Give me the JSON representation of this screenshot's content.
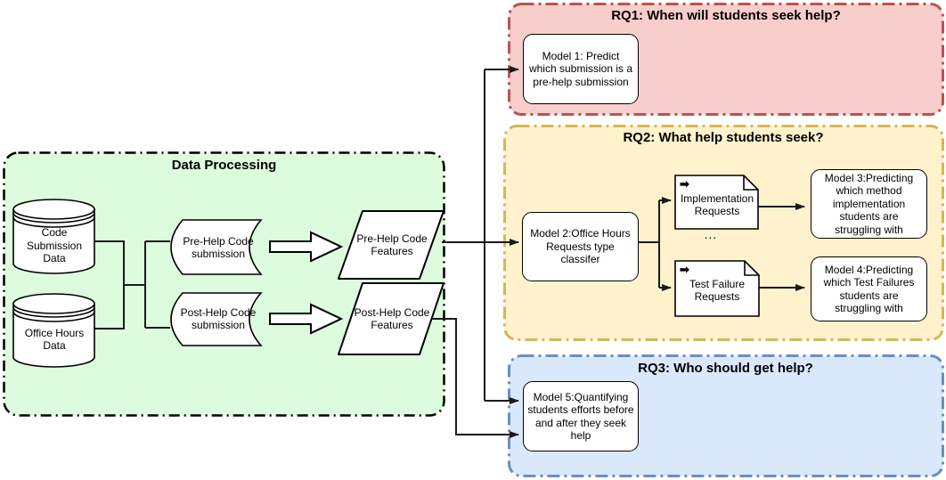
{
  "diagram": {
    "line_color": "#1a1a1a",
    "shape_fill": "#ffffff",
    "regions": {
      "data_processing": {
        "title": "Data Processing",
        "fill": "#ddfbdd",
        "border": "#000000"
      },
      "rq1": {
        "title": "RQ1: When will students seek help?",
        "fill": "#f8cecc",
        "border": "#b85450"
      },
      "rq2": {
        "title": "RQ2: What help students seek?",
        "fill": "#fff2cc",
        "border": "#d6b656"
      },
      "rq3": {
        "title": "RQ3: Who should get help?",
        "fill": "#dae8fc",
        "border": "#6c8ebf"
      }
    },
    "datastores": {
      "code_submission": {
        "label": "Code Submission Data"
      },
      "office_hours": {
        "label": "Office Hours Data"
      }
    },
    "stored_data": {
      "pre_help": {
        "label": "Pre-Help Code submission"
      },
      "post_help": {
        "label": "Post-Help Code submission"
      }
    },
    "features": {
      "pre_help": {
        "label": "Pre-Help Code Features"
      },
      "post_help": {
        "label": "Post-Help Code Features"
      }
    },
    "models": {
      "model1": {
        "label": "Model 1: Predict which submission is a pre-help submission"
      },
      "model2": {
        "label": "Model 2:Office Hours Requests type classifer"
      },
      "model3": {
        "label": "Model 3:Predicting which method implementation students are struggling with"
      },
      "model4": {
        "label": "Model 4:Predicting which Test Failures students are struggling with"
      },
      "model5": {
        "label": "Model 5:Quantifying students efforts before and after they seek help"
      }
    },
    "documents": {
      "implementation": {
        "label": "Implementation Requests",
        "icon": "➡"
      },
      "test_failure": {
        "label": "Test Failure Requests",
        "icon": "➡"
      },
      "ellipsis": "..."
    }
  }
}
